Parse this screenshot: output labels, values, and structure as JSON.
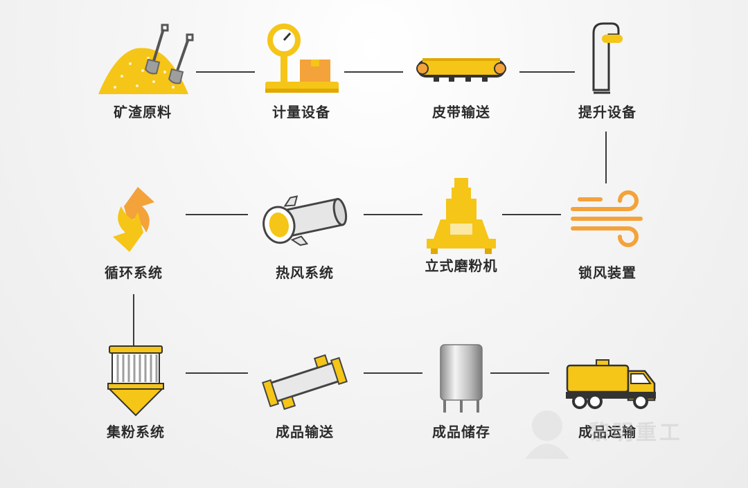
{
  "diagram": {
    "title": "",
    "nodes": [
      {
        "id": "n1",
        "label": "矿渣原料",
        "icon": "slag-pile-with-shovels-icon"
      },
      {
        "id": "n2",
        "label": "计量设备",
        "icon": "weighing-scale-icon"
      },
      {
        "id": "n3",
        "label": "皮带输送",
        "icon": "belt-conveyor-icon"
      },
      {
        "id": "n4",
        "label": "提升设备",
        "icon": "bucket-elevator-icon"
      },
      {
        "id": "n5",
        "label": "锁风装置",
        "icon": "airlock-wind-icon"
      },
      {
        "id": "n6",
        "label": "立式磨粉机",
        "icon": "vertical-mill-icon"
      },
      {
        "id": "n7",
        "label": "热风系统",
        "icon": "hot-air-furnace-icon"
      },
      {
        "id": "n8",
        "label": "循环系统",
        "icon": "circulation-arrows-icon"
      },
      {
        "id": "n9",
        "label": "集粉系统",
        "icon": "dust-collector-icon"
      },
      {
        "id": "n10",
        "label": "成品输送",
        "icon": "screw-conveyor-icon"
      },
      {
        "id": "n11",
        "label": "成品储存",
        "icon": "storage-silo-icon"
      },
      {
        "id": "n12",
        "label": "成品运输",
        "icon": "bulk-tanker-truck-icon"
      }
    ],
    "edges": [
      [
        "n1",
        "n2"
      ],
      [
        "n2",
        "n3"
      ],
      [
        "n3",
        "n4"
      ],
      [
        "n4",
        "n5"
      ],
      [
        "n5",
        "n6"
      ],
      [
        "n6",
        "n7"
      ],
      [
        "n7",
        "n8"
      ],
      [
        "n8",
        "n9"
      ],
      [
        "n9",
        "n10"
      ],
      [
        "n10",
        "n11"
      ],
      [
        "n11",
        "n12"
      ]
    ]
  },
  "colors": {
    "accent": "#F5C518",
    "accent_dark": "#E0A800",
    "accent_orange": "#F4A23A",
    "line": "#3a3a3a",
    "text": "#2b2b2b",
    "steel": "#9e9e9e"
  },
  "watermark": {
    "text": "黎明重工"
  }
}
